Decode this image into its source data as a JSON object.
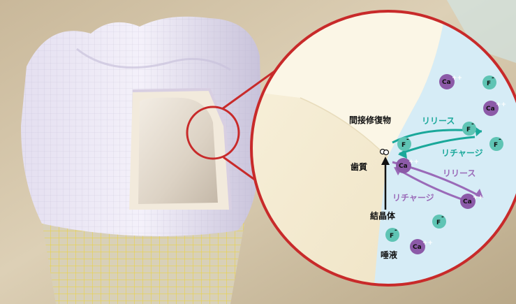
{
  "labels": {
    "indirect_restoration": "間接修復物",
    "enamel": "歯質",
    "crystal": "結晶体",
    "saliva": "唾液",
    "release_top": "リリース",
    "recharge_top": "リチャージ",
    "release_bottom": "リリース",
    "recharge_bottom": "リチャージ"
  },
  "ions": {
    "ca": "Ca",
    "ca_charge": "++",
    "f": "F",
    "f_charge": "-"
  },
  "colors": {
    "teal": "#1aa89a",
    "purple": "#9a6ab8",
    "fluoride_fill": "#5fc4b4",
    "calcium_fill": "#8c5aa8",
    "circle_border": "#c82a2a",
    "saliva_bg": "#d6ecf6"
  }
}
